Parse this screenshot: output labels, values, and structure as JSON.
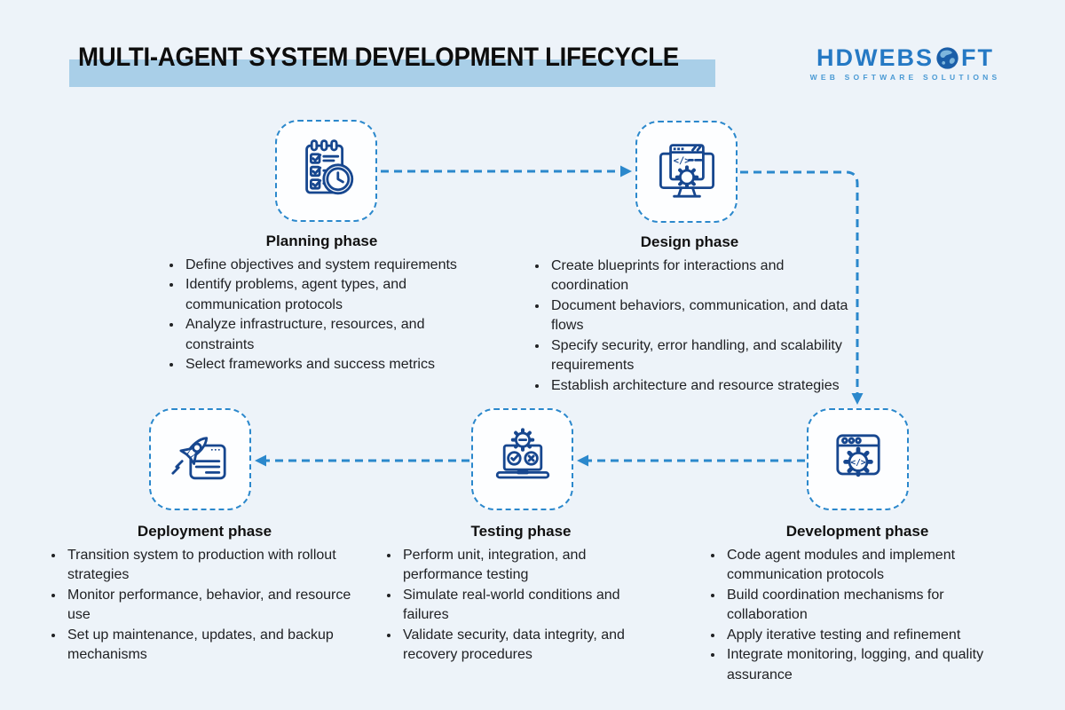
{
  "header": {
    "title": "MULTI-AGENT SYSTEM DEVELOPMENT LIFECYCLE",
    "logo": {
      "text_pre": "HDWEBS",
      "text_post": "FT",
      "tagline": "WEB SOFTWARE SOLUTIONS"
    }
  },
  "colors": {
    "background": "#edf3f9",
    "title_highlight": "#a9cfe8",
    "accent_blue": "#2b88cc",
    "icon_stroke": "#17478f",
    "logo_blue": "#2579c4",
    "body_text": "#202124"
  },
  "icons": {
    "code_glyph": "</>"
  },
  "phases": [
    {
      "id": "planning",
      "title": "Planning phase",
      "icon": "clipboard-checklist-clock-icon",
      "bullets": [
        "Define objectives and system requirements",
        "Identify problems, agent types, and communication protocols",
        "Analyze infrastructure, resources, and constraints",
        "Select frameworks and success metrics"
      ]
    },
    {
      "id": "design",
      "title": "Design phase",
      "icon": "monitor-blueprint-code-icon",
      "bullets": [
        "Create blueprints for interactions and coordination",
        "Document behaviors, communication, and data flows",
        "Specify security, error handling, and scalability requirements",
        "Establish architecture and resource strategies"
      ]
    },
    {
      "id": "development",
      "title": "Development phase",
      "icon": "window-gear-code-icon",
      "bullets": [
        "Code agent modules and implement communication protocols",
        "Build coordination mechanisms for collaboration",
        "Apply iterative testing and refinement",
        "Integrate monitoring, logging, and quality assurance"
      ]
    },
    {
      "id": "testing",
      "title": "Testing phase",
      "icon": "laptop-gear-check-fail-icon",
      "bullets": [
        "Perform unit, integration, and performance testing",
        "Simulate real-world conditions and failures",
        "Validate security, data integrity, and recovery procedures"
      ]
    },
    {
      "id": "deployment",
      "title": "Deployment phase",
      "icon": "rocket-launch-window-icon",
      "bullets": [
        "Transition system to production with rollout strategies",
        "Monitor performance, behavior, and resource use",
        "Set up maintenance, updates, and backup mechanisms"
      ]
    }
  ],
  "flow": {
    "arrows": [
      "planning-to-design",
      "design-to-development",
      "development-to-testing",
      "testing-to-deployment"
    ]
  }
}
